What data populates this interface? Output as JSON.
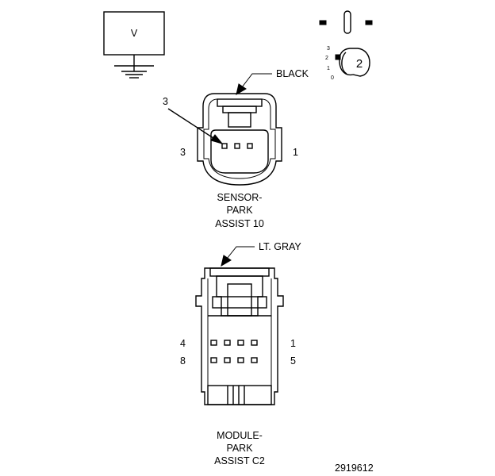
{
  "meter": {
    "symbol": "V"
  },
  "switch_dial": {
    "positions": [
      "3",
      "2",
      "1",
      "0"
    ],
    "selected": "2"
  },
  "sensor_connector": {
    "color_label": "BLACK",
    "callout_pin": "3",
    "pin_left": "3",
    "pin_right": "1",
    "name_lines": [
      "SENSOR-",
      "PARK",
      "ASSIST 10"
    ]
  },
  "module_connector": {
    "color_label": "LT. GRAY",
    "pin_top_left": "4",
    "pin_top_right": "1",
    "pin_bottom_left": "8",
    "pin_bottom_right": "5",
    "name_lines": [
      "MODULE-",
      "PARK",
      "ASSIST C2"
    ]
  },
  "figure_id": "2919612"
}
